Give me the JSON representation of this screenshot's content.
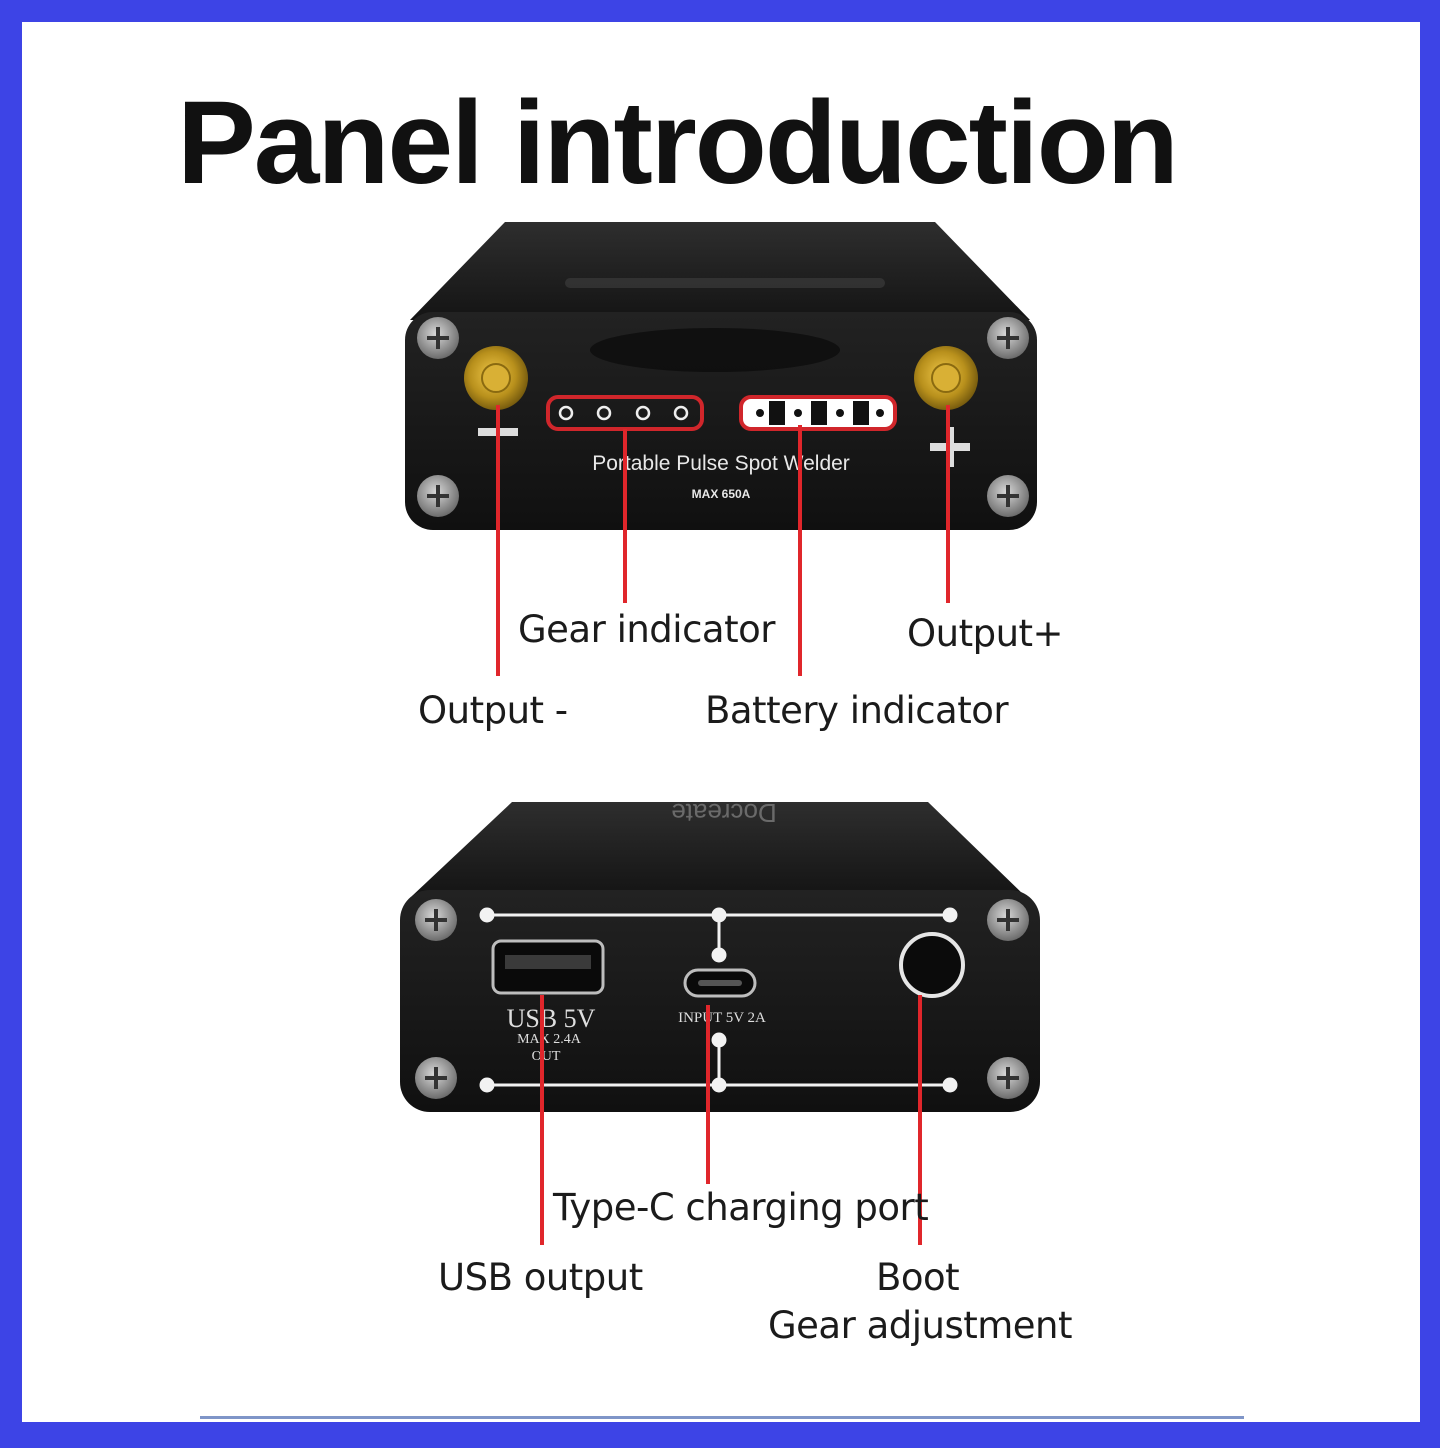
{
  "title": "Panel introduction",
  "front_panel": {
    "device_text": "Portable  Pulse  Spot  Welder",
    "device_subtext": "MAX 650A",
    "callouts": {
      "output_minus": "Output -",
      "gear_indicator": "Gear indicator",
      "battery_indicator": "Battery indicator",
      "output_plus": "Output+"
    }
  },
  "back_panel": {
    "brand_text": "Docreate",
    "usb_text": "USB  5V",
    "usb_sub1": "MAX  2.4A",
    "usb_sub2": "OUT",
    "input_text": "INPUT  5V  2A",
    "callouts": {
      "usb_output": "USB output",
      "typec_port": "Type-C charging port",
      "boot": "Boot",
      "gear_adjustment": "Gear adjustment"
    }
  },
  "colors": {
    "frame": "#3d44e6",
    "callout_line": "#e0262b",
    "device_body": "#1a1a1a",
    "terminal": "#c9a227"
  }
}
